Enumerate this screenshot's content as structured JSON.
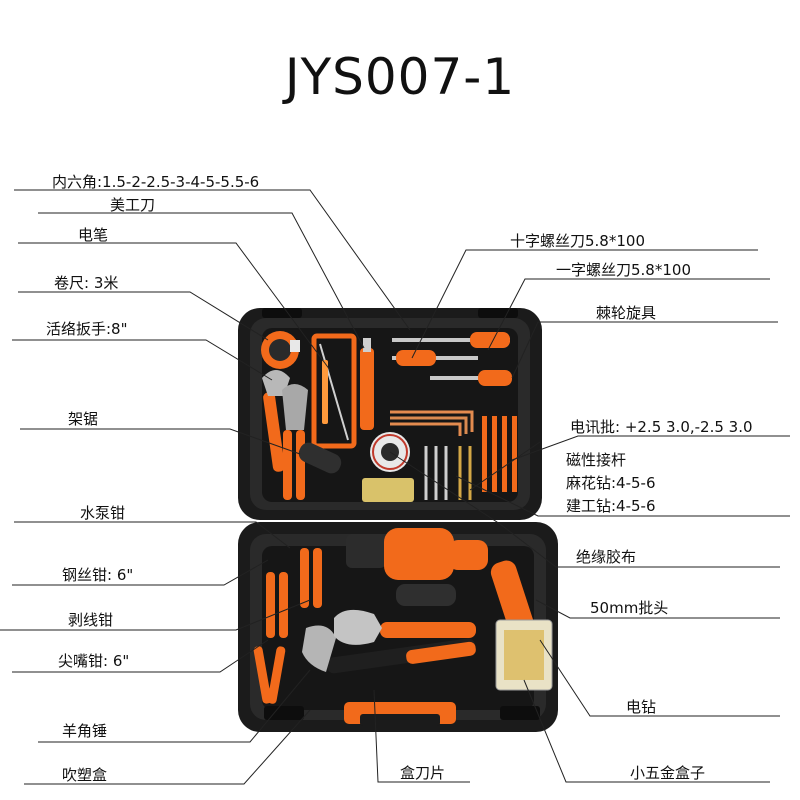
{
  "title": "JYS007-1",
  "colors": {
    "case": "#1b1b1b",
    "accent": "#f26a1b",
    "steel": "#b8b8b8",
    "line": "#222222"
  },
  "labels_left": [
    "内六角:1.5-2-2.5-3-4-5-5.5-6",
    "美工刀",
    "电笔",
    "卷尺: 3米",
    "活络扳手:8\"",
    "架锯",
    "水泵钳",
    "钢丝钳: 6\"",
    "剥线钳",
    "尖嘴钳: 6\"",
    "羊角锤",
    "吹塑盒"
  ],
  "labels_right": [
    "十字螺丝刀5.8*100",
    "一字螺丝刀5.8*100",
    "棘轮旋具",
    "电讯批: +2.5 3.0,-2.5 3.0",
    "磁性接杆",
    "麻花钻:4-5-6",
    "建工钻:4-5-6",
    "绝缘胶布",
    "50mm批头",
    "电钻",
    "盒刀片",
    "小五金盒子"
  ]
}
